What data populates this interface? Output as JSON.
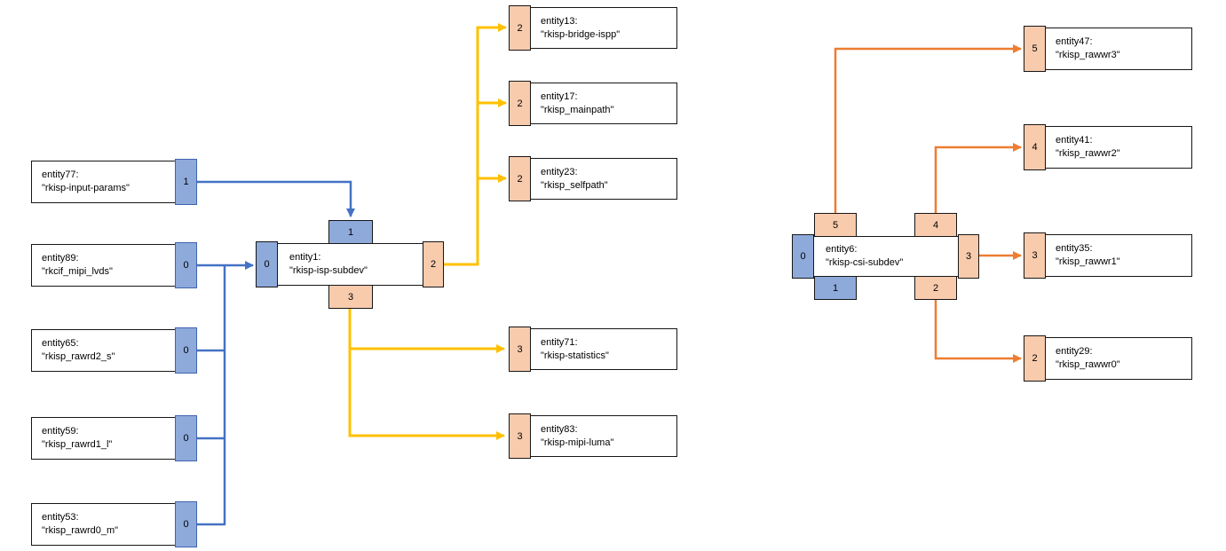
{
  "diagram": {
    "colors": {
      "source_pad_fill": "#8EAADB",
      "sink_pad_fill": "#F8CBAD",
      "blue_link": "#4472C4",
      "yellow_link": "#FFC000",
      "orange_link": "#ED7D31",
      "box_border": "#161616"
    },
    "left_cluster": {
      "sources": [
        {
          "id": "entity77:",
          "name": "\"rkisp-input-params\"",
          "pad": "1"
        },
        {
          "id": "entity89:",
          "name": "\"rkcif_mipi_lvds\"",
          "pad": "0"
        },
        {
          "id": "entity65:",
          "name": "\"rkisp_rawrd2_s\"",
          "pad": "0"
        },
        {
          "id": "entity59:",
          "name": "\"rkisp_rawrd1_l\"",
          "pad": "0"
        },
        {
          "id": "entity53:",
          "name": "\"rkisp_rawrd0_m\"",
          "pad": "0"
        }
      ],
      "hub": {
        "id": "entity1:",
        "name": "\"rkisp-isp-subdev\"",
        "pad_left": "0",
        "pad_top": "1",
        "pad_right": "2",
        "pad_bottom": "3"
      },
      "sinks": [
        {
          "pad": "2",
          "id": "entity13:",
          "name": "\"rkisp-bridge-ispp\""
        },
        {
          "pad": "2",
          "id": "entity17:",
          "name": "\"rkisp_mainpath\""
        },
        {
          "pad": "2",
          "id": "entity23:",
          "name": "\"rkisp_selfpath\""
        },
        {
          "pad": "3",
          "id": "entity71:",
          "name": "\"rkisp-statistics\""
        },
        {
          "pad": "3",
          "id": "entity83:",
          "name": "\"rkisp-mipi-luma\""
        }
      ]
    },
    "right_cluster": {
      "hub": {
        "id": "entity6:",
        "name": "\"rkisp-csi-subdev\"",
        "pad_left": "0",
        "pad_top_left": "5",
        "pad_top_right": "4",
        "pad_right": "3",
        "pad_bottom_left": "1",
        "pad_bottom_right": "2"
      },
      "sinks": [
        {
          "pad": "5",
          "id": "entity47:",
          "name": "\"rkisp_rawwr3\""
        },
        {
          "pad": "4",
          "id": "entity41:",
          "name": "\"rkisp_rawwr2\""
        },
        {
          "pad": "3",
          "id": "entity35:",
          "name": "\"rkisp_rawwr1\""
        },
        {
          "pad": "2",
          "id": "entity29:",
          "name": "\"rkisp_rawwr0\""
        }
      ]
    },
    "links": [
      {
        "from": "entity77 pad 1",
        "to": "entity1 pad 1",
        "color": "blue"
      },
      {
        "from": "entity89 pad 0",
        "to": "entity1 pad 0",
        "color": "blue"
      },
      {
        "from": "entity65 pad 0",
        "to": "entity1 pad 0",
        "color": "blue"
      },
      {
        "from": "entity59 pad 0",
        "to": "entity1 pad 0",
        "color": "blue"
      },
      {
        "from": "entity53 pad 0",
        "to": "entity1 pad 0",
        "color": "blue"
      },
      {
        "from": "entity1 pad 2",
        "to": "entity13 pad 2",
        "color": "yellow"
      },
      {
        "from": "entity1 pad 2",
        "to": "entity17 pad 2",
        "color": "yellow"
      },
      {
        "from": "entity1 pad 2",
        "to": "entity23 pad 2",
        "color": "yellow"
      },
      {
        "from": "entity1 pad 3",
        "to": "entity71 pad 3",
        "color": "yellow"
      },
      {
        "from": "entity1 pad 3",
        "to": "entity83 pad 3",
        "color": "yellow"
      },
      {
        "from": "entity6 pad 5",
        "to": "entity47 pad 5",
        "color": "orange"
      },
      {
        "from": "entity6 pad 4",
        "to": "entity41 pad 4",
        "color": "orange"
      },
      {
        "from": "entity6 pad 3",
        "to": "entity35 pad 3",
        "color": "orange"
      },
      {
        "from": "entity6 pad 2",
        "to": "entity29 pad 2",
        "color": "orange"
      }
    ]
  }
}
